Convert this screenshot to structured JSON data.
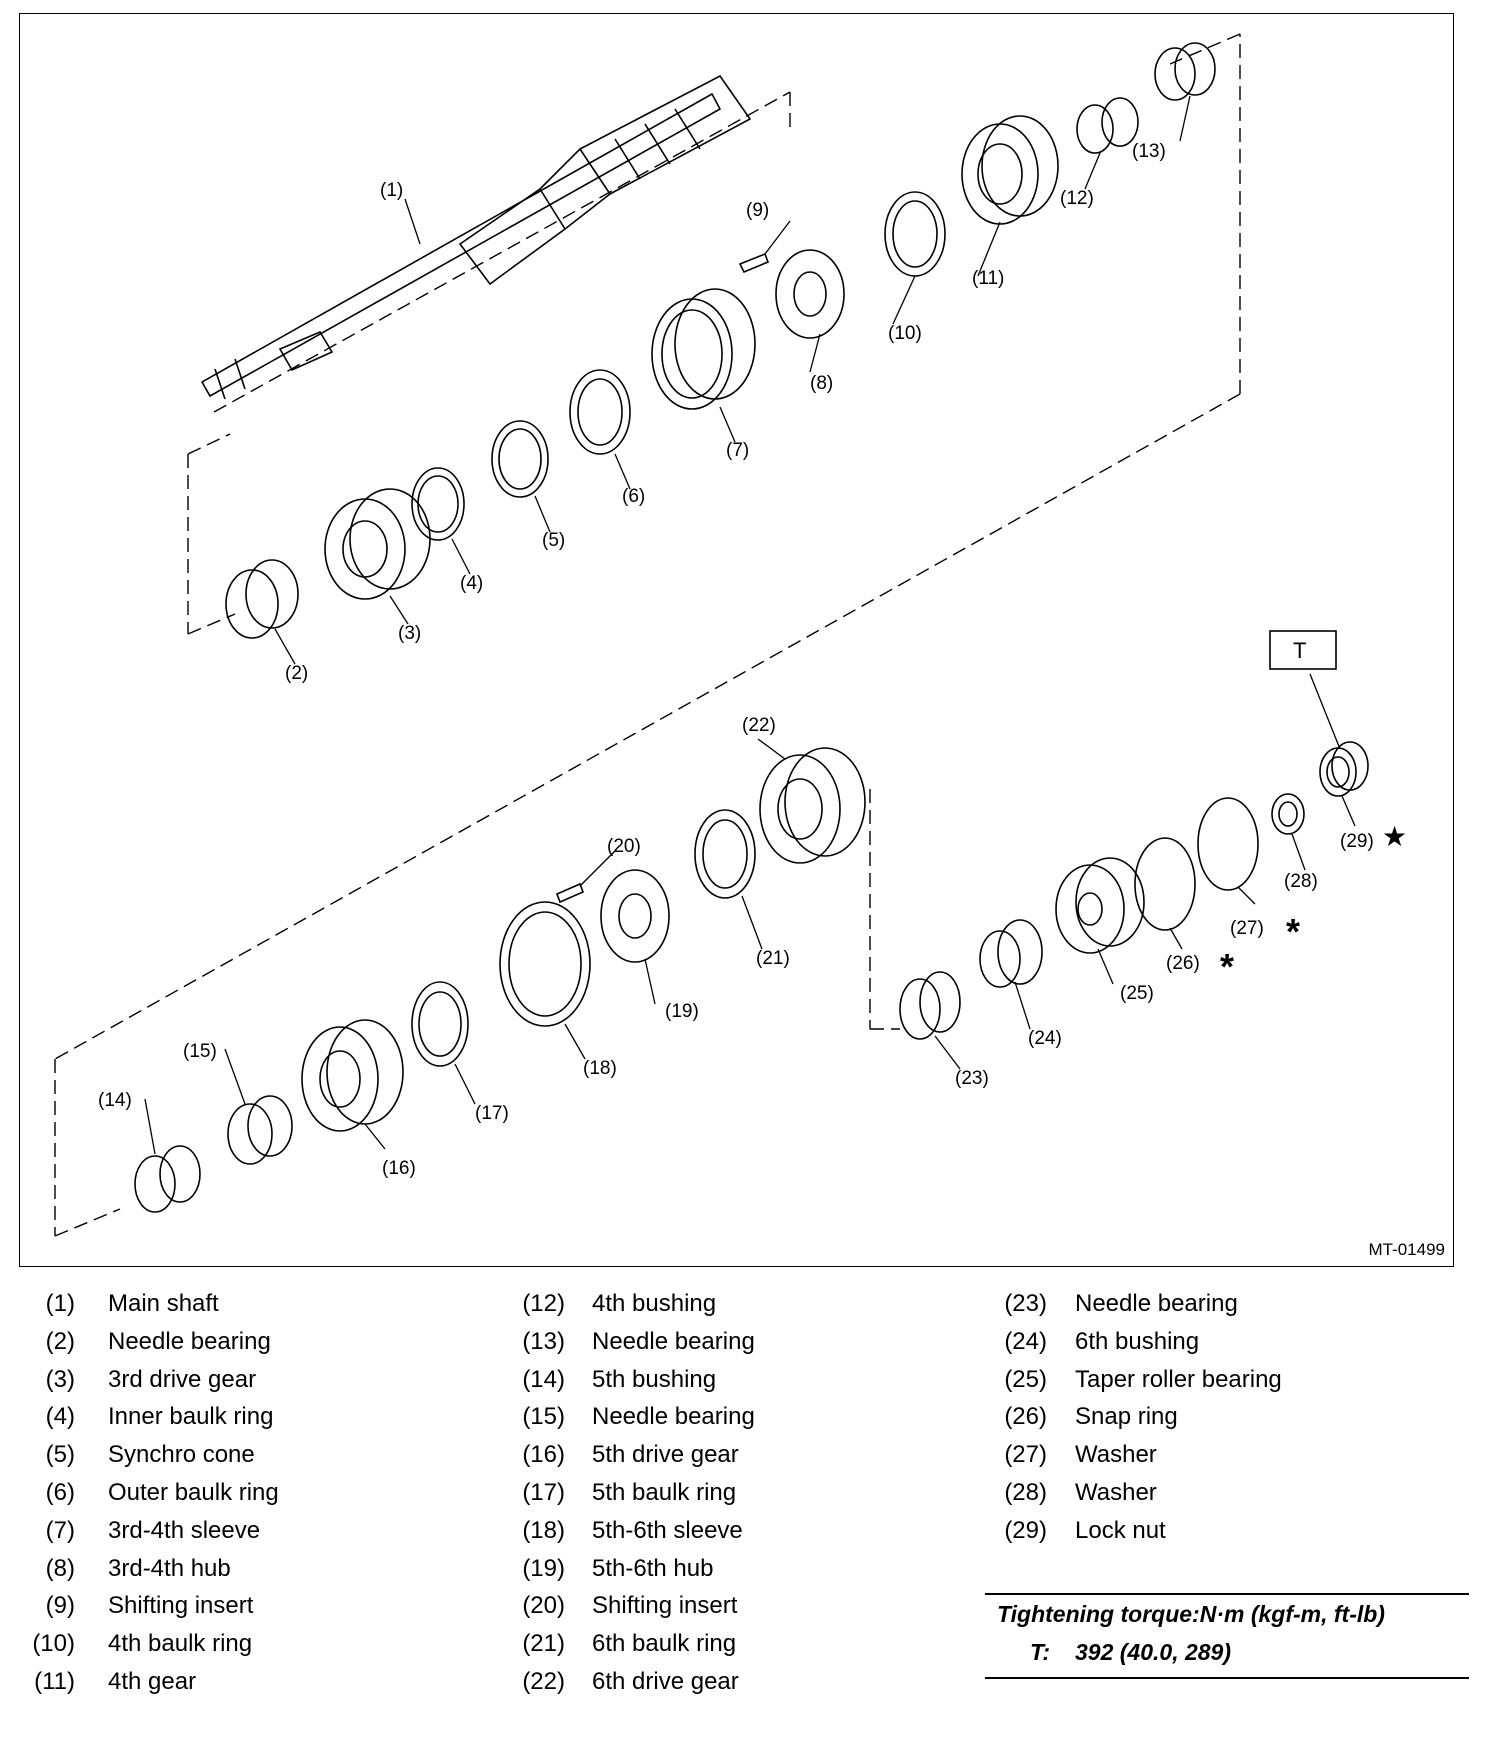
{
  "figure": {
    "code": "MT-01499",
    "callouts": [
      "(1)",
      "(2)",
      "(3)",
      "(4)",
      "(5)",
      "(6)",
      "(7)",
      "(8)",
      "(9)",
      "(10)",
      "(11)",
      "(12)",
      "(13)",
      "(14)",
      "(15)",
      "(16)",
      "(17)",
      "(18)",
      "(19)",
      "(20)",
      "(21)",
      "(22)",
      "(23)",
      "(24)",
      "(25)",
      "(26)",
      "(27)",
      "(28)",
      "(29)"
    ],
    "torque_box_label": "T",
    "symbol_star": "★",
    "symbol_asterisk": "*"
  },
  "legend": {
    "col1": [
      {
        "num": "(1)",
        "name": "Main shaft"
      },
      {
        "num": "(2)",
        "name": "Needle bearing"
      },
      {
        "num": "(3)",
        "name": "3rd drive gear"
      },
      {
        "num": "(4)",
        "name": "Inner baulk ring"
      },
      {
        "num": "(5)",
        "name": "Synchro cone"
      },
      {
        "num": "(6)",
        "name": "Outer baulk ring"
      },
      {
        "num": "(7)",
        "name": "3rd-4th sleeve"
      },
      {
        "num": "(8)",
        "name": "3rd-4th hub"
      },
      {
        "num": "(9)",
        "name": "Shifting insert"
      },
      {
        "num": "(10)",
        "name": "4th baulk ring"
      },
      {
        "num": "(11)",
        "name": "4th gear"
      }
    ],
    "col2": [
      {
        "num": "(12)",
        "name": "4th bushing"
      },
      {
        "num": "(13)",
        "name": "Needle bearing"
      },
      {
        "num": "(14)",
        "name": "5th bushing"
      },
      {
        "num": "(15)",
        "name": "Needle bearing"
      },
      {
        "num": "(16)",
        "name": "5th drive gear"
      },
      {
        "num": "(17)",
        "name": "5th baulk ring"
      },
      {
        "num": "(18)",
        "name": "5th-6th sleeve"
      },
      {
        "num": "(19)",
        "name": "5th-6th hub"
      },
      {
        "num": "(20)",
        "name": "Shifting insert"
      },
      {
        "num": "(21)",
        "name": "6th baulk ring"
      },
      {
        "num": "(22)",
        "name": "6th drive gear"
      }
    ],
    "col3": [
      {
        "num": "(23)",
        "name": "Needle bearing"
      },
      {
        "num": "(24)",
        "name": "6th bushing"
      },
      {
        "num": "(25)",
        "name": "Taper roller bearing"
      },
      {
        "num": "(26)",
        "name": "Snap ring"
      },
      {
        "num": "(27)",
        "name": "Washer"
      },
      {
        "num": "(28)",
        "name": "Washer"
      },
      {
        "num": "(29)",
        "name": "Lock nut"
      }
    ]
  },
  "torque": {
    "heading": "Tightening torque:N·m (kgf-m, ft-lb)",
    "key": "T:",
    "value": "392 (40.0, 289)"
  }
}
